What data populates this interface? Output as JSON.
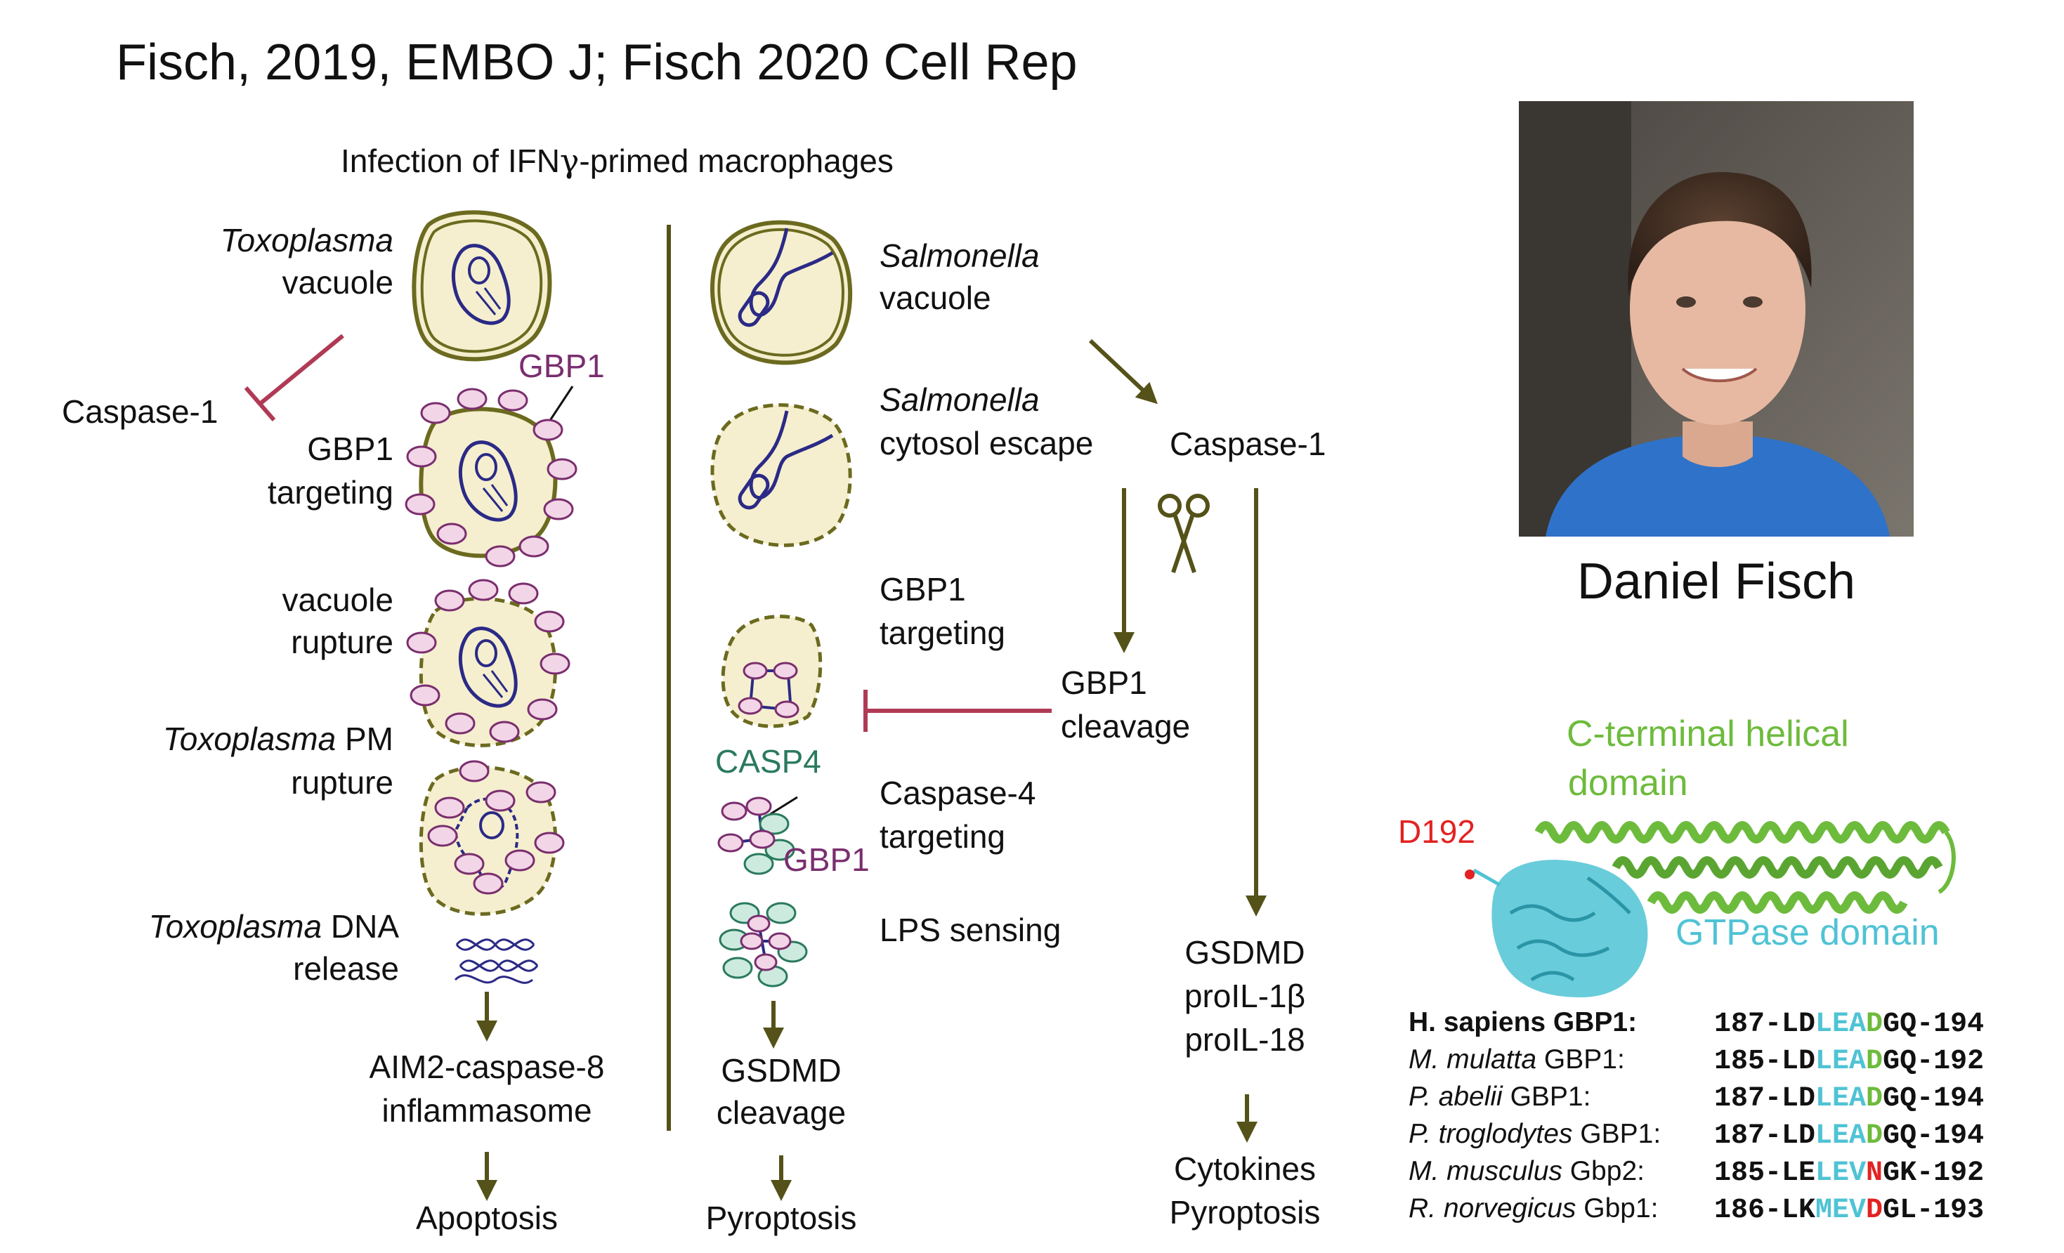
{
  "header": {
    "title": "Fisch, 2019, EMBO J; Fisch 2020 Cell Rep",
    "subtitle_pre": "Infection of IFN",
    "subtitle_greek": "γ",
    "subtitle_post": "-primed macrophages"
  },
  "toxo": {
    "s1_italic": "Toxoplasma",
    "s1_line2": "vacuole",
    "caspase1": "Caspase-1",
    "gbp1_tag": "GBP1",
    "s2_line1": "GBP1",
    "s2_line2": "targeting",
    "s3_line1": "vacuole",
    "s3_line2": "rupture",
    "s4_italic": "Toxoplasma",
    "s4_rest": " PM",
    "s4_line2": "rupture",
    "s5_italic": "Toxoplasma",
    "s5_rest": " DNA",
    "s5_line2": "release",
    "out_line1": "AIM2-caspase-8",
    "out_line2": "inflammasome",
    "final": "Apoptosis"
  },
  "salm": {
    "s1_italic": "Salmonella",
    "s1_line2": "vacuole",
    "s2_italic": "Salmonella",
    "s2_line2": "cytosol escape",
    "s3_line1": "GBP1",
    "s3_line2": "targeting",
    "casp4_tag": "CASP4",
    "gbp1_tag": "GBP1",
    "s4_line1": "Caspase-4",
    "s4_line2": "targeting",
    "s5": "LPS sensing",
    "out_line1": "GSDMD",
    "out_line2": "cleavage",
    "final": "Pyroptosis"
  },
  "casp1": {
    "label": "Caspase-1",
    "cleave_line1": "GBP1",
    "cleave_line2": "cleavage",
    "sub1": "GSDMD",
    "sub2": "proIL-1β",
    "sub3": "proIL-18",
    "final1": "Cytokines",
    "final2": "Pyroptosis"
  },
  "person": {
    "name": "Daniel Fisch"
  },
  "structure": {
    "label_cterm_1": "C-terminal helical",
    "label_cterm_2": "domain",
    "label_gtpase": "GTPase domain",
    "label_site": "D192"
  },
  "alignment": {
    "rows": [
      {
        "species_bold": "H. sapiens GBP1:",
        "species_italic": "",
        "species_rest": "",
        "start": "187-LD",
        "motif": "LEA",
        "site": "D",
        "end": "GQ-194"
      },
      {
        "species_bold": "",
        "species_italic": "M. mulatta",
        "species_rest": " GBP1:",
        "start": "185-LD",
        "motif": "LEA",
        "site": "D",
        "end": "GQ-192"
      },
      {
        "species_bold": "",
        "species_italic": "P. abelii",
        "species_rest": " GBP1:",
        "start": "187-LD",
        "motif": "LEA",
        "site": "D",
        "end": "GQ-194"
      },
      {
        "species_bold": "",
        "species_italic": "P. troglodytes",
        "species_rest": " GBP1:",
        "start": "187-LD",
        "motif": "LEA",
        "site": "D",
        "end": "GQ-194"
      },
      {
        "species_bold": "",
        "species_italic": "M. musculus",
        "species_rest": " Gbp2:",
        "start": "185-LE",
        "motif": "LEV",
        "site": "N",
        "end": "GK-192"
      },
      {
        "species_bold": "",
        "species_italic": "R. norvegicus",
        "species_rest": " Gbp1:",
        "start": "186-LK",
        "motif": "MEV",
        "site": "D",
        "end": "GL-193"
      }
    ]
  },
  "colors": {
    "arrow": "#545218",
    "inhibit": "#b03a55",
    "vacuole_fill": "#f5efcf",
    "vacuole_edge": "#6b6a1f",
    "parasite": "#2b2a86",
    "gbp1": "#f2d5e6",
    "gbp1_edge": "#7a2e6e",
    "casp4": "#cdeadf",
    "casp4_edge": "#2a7a5d",
    "helical": "#6dbb3c",
    "gtpase": "#4fc3d4",
    "d192": "#e32222",
    "motif": "#4fc3d4",
    "site_d": "#6dbb3c",
    "site_n": "#e32222"
  }
}
